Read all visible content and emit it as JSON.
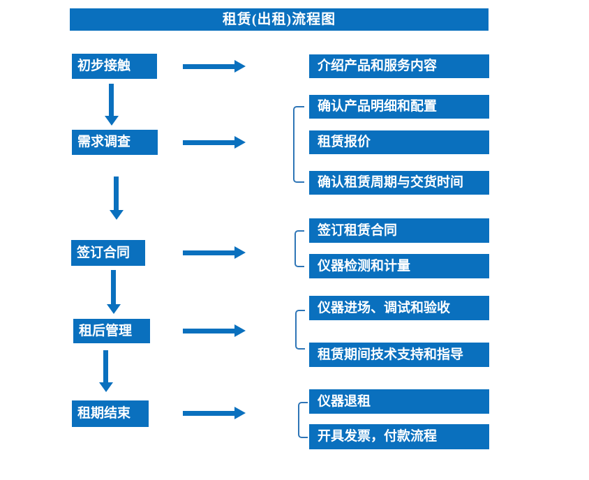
{
  "title": "租赁(出租)流程图",
  "colors": {
    "primary": "#0a70be",
    "bracket": "#2e75b6",
    "text_on_primary": "#ffffff",
    "background": "#ffffff"
  },
  "steps": [
    {
      "label": "初步接触",
      "details": [
        "介绍产品和服务内容"
      ]
    },
    {
      "label": "需求调查",
      "details": [
        "确认产品明细和配置",
        "租赁报价",
        "确认租赁周期与交货时间"
      ]
    },
    {
      "label": "签订合同",
      "details": [
        "签订租赁合同",
        "仪器检测和计量"
      ]
    },
    {
      "label": "租后管理",
      "details": [
        "仪器进场、调试和验收",
        "租赁期间技术支持和指导"
      ]
    },
    {
      "label": "租期结束",
      "details": [
        "仪器退租",
        "开具发票，付款流程"
      ]
    }
  ]
}
